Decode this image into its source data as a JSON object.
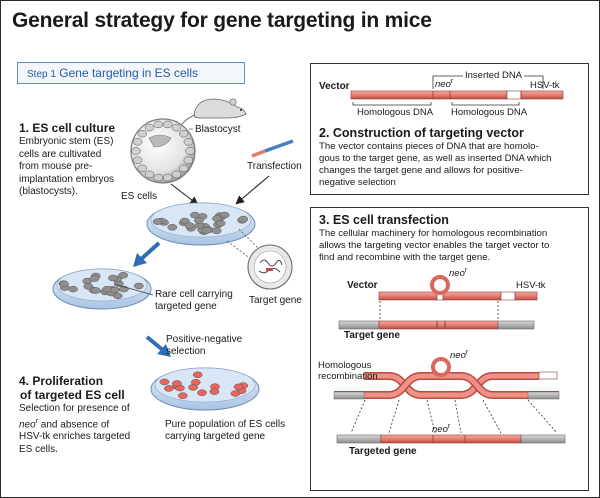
{
  "title": "General strategy for gene targeting in mice",
  "step1": {
    "prefix": "Step 1",
    "label": "Gene targeting in ES cells"
  },
  "section1": {
    "heading": "1.  ES cell culture",
    "lines": [
      "Embryonic stem (ES)",
      "cells are cultivated",
      "from mouse pre-",
      "implantation embryos",
      "(blastocysts)."
    ]
  },
  "section2": {
    "heading": "2.  Construction of targeting vector",
    "lines": [
      "The vector contains pieces of DNA that are homolo-",
      "gous to the target gene, as well as inserted DNA which",
      "changes the target gene and allows for positive-",
      "negative selection"
    ]
  },
  "section3": {
    "heading": "3.  ES cell transfection",
    "lines": [
      "The cellular machinery for homologous recombination",
      "allows the targeting vector enables the target vector to",
      "find and recombine with the target gene."
    ]
  },
  "section4": {
    "heading_line1": "4.  Proliferation",
    "heading_line2": "of targeted ES cell",
    "line1": "Selection for presence of",
    "neo": "neo",
    "neo_sup": "r",
    "line2_rest": " and absence of",
    "line3": "HSV-tk enriches targeted",
    "line4": "ES cells."
  },
  "labels": {
    "blastocyst": "Blastocyst",
    "es_cells": "ES cells",
    "transfection": "Transfection",
    "rare_cell_1": "Rare cell carrying",
    "rare_cell_2": "targeted gene",
    "target_gene": "Target gene",
    "pos_neg_1": "Positive-negative",
    "pos_neg_2": "selection",
    "pure_1": "Pure population of ES cells",
    "pure_2": "carrying targeted gene"
  },
  "vector_diagram": {
    "inserted_dna": "Inserted DNA",
    "vector": "Vector",
    "neo": "neo",
    "neo_sup": "r",
    "hsv_tk": "HSV-tk",
    "homologous_dna": "Homologous DNA"
  },
  "transfection_diagram": {
    "vector": "Vector",
    "neo": "neo",
    "neo_sup": "r",
    "hsv_tk": "HSV-tk",
    "target_gene": "Target gene",
    "homologous_recombination_1": "Homologous",
    "homologous_recombination_2": "recombination",
    "targeted_gene": "Targeted gene"
  },
  "colors": {
    "title": "#1a1a1a",
    "step_blue": "#1f5ca8",
    "arrow_blue": "#2f6db5",
    "dna_red": "#e47a6e",
    "dna_dark": "#b94a44",
    "dna_gray": "#a8a8a8",
    "dish": "#c9dcf1",
    "cell_gray": "#8f8f8f",
    "cell_red": "#e7655d"
  }
}
